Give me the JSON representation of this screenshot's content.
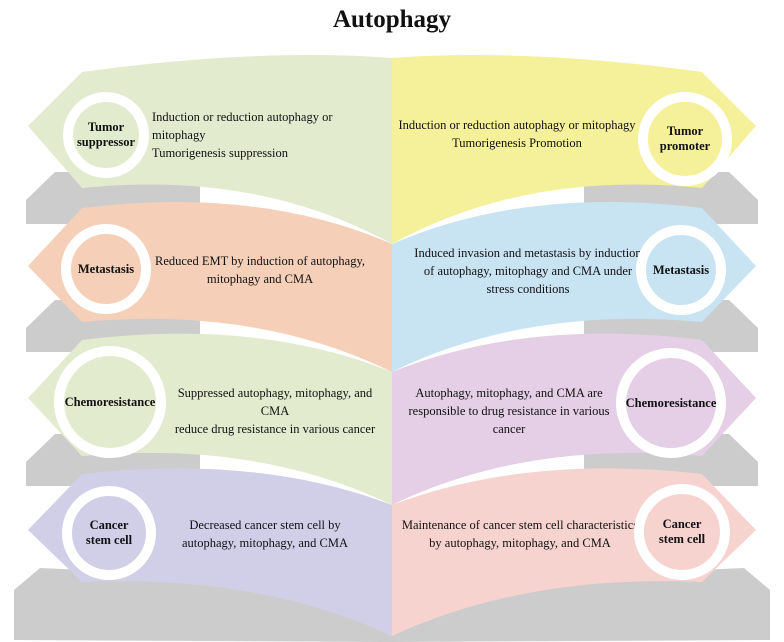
{
  "title": "Autophagy",
  "colors": {
    "row1_left": "#e3ebcf",
    "row1_right": "#f5f09a",
    "row2_left": "#f5cfb8",
    "row2_right": "#c8e4f3",
    "row3_left": "#e3ebcf",
    "row3_right": "#e4cfe6",
    "row4_left": "#d1cfe8",
    "row4_right": "#f7d3d0",
    "fold": "#cccccc",
    "ring": "#ffffff"
  },
  "rows": [
    {
      "left": {
        "label": "Tumor\nsuppressor",
        "text": "Induction or reduction autophagy or mitophagy\nTumorigenesis suppression"
      },
      "right": {
        "label": "Tumor\npromoter",
        "text": "Induction or reduction autophagy or mitophagy\nTumorigenesis Promotion"
      }
    },
    {
      "left": {
        "label": "Metastasis",
        "text": "Reduced EMT by induction of autophagy,\nmitophagy and CMA"
      },
      "right": {
        "label": "Metastasis",
        "text": "Induced invasion and metastasis by induction\nof autophagy, mitophagy and CMA under\nstress conditions"
      }
    },
    {
      "left": {
        "label": "Chemoresistance",
        "text": "Suppressed autophagy, mitophagy, and CMA\nreduce drug resistance in various cancer"
      },
      "right": {
        "label": "Chemoresistance",
        "text": "Autophagy, mitophagy, and CMA are\nresponsible to drug resistance in various cancer"
      }
    },
    {
      "left": {
        "label": "Cancer\nstem cell",
        "text": "Decreased cancer stem cell by\nautophagy, mitophagy, and CMA"
      },
      "right": {
        "label": "Cancer\nstem cell",
        "text": "Maintenance of cancer stem cell characteristics\nby autophagy, mitophagy, and CMA"
      }
    }
  ]
}
